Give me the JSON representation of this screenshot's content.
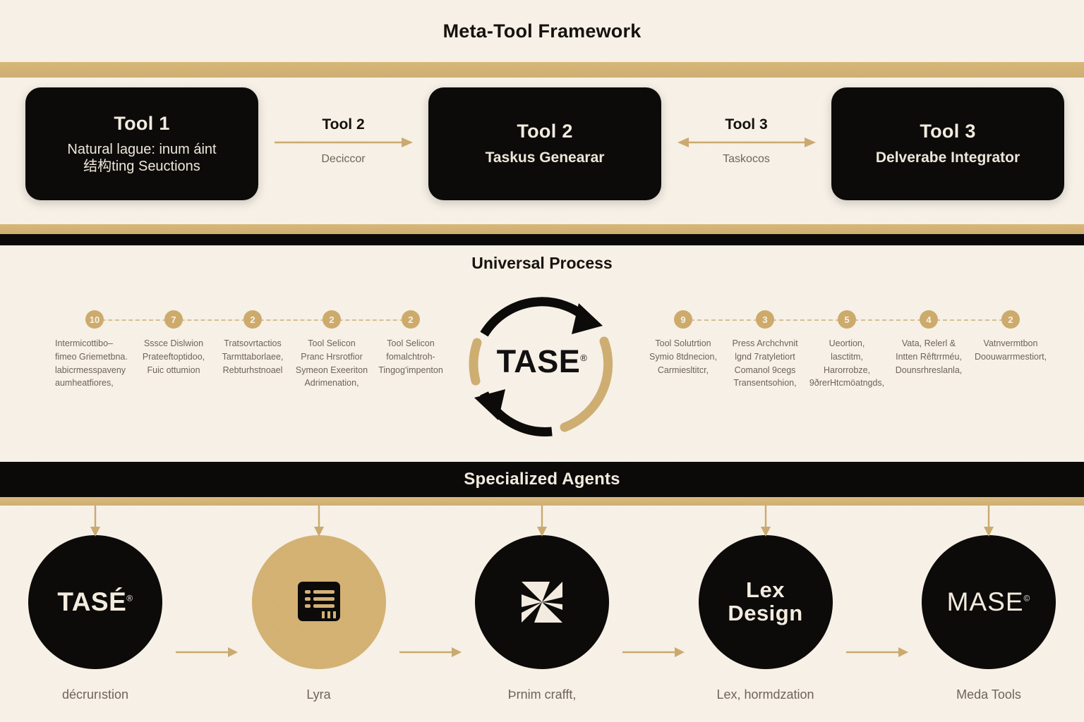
{
  "header": {
    "title": "Meta-Tool Framework"
  },
  "tools_section": {
    "boxes": [
      {
        "title": "Tool 1",
        "subtitle": "Natural lague: inum áint\n结构ting Seuctions"
      },
      {
        "title": "Tool 2",
        "subtitle": "Taskus Genearar"
      },
      {
        "title": "Tool 3",
        "subtitle": "Delverabe Integrator"
      }
    ],
    "connectors": [
      {
        "title": "Tool 2",
        "subtitle": "Deciccor",
        "arrow": "arrow-right-icon"
      },
      {
        "title": "Tool 3",
        "subtitle": "Taskocos",
        "arrow": "arrow-left-right-icon"
      }
    ]
  },
  "process_section": {
    "title": "Universal Process",
    "cycle": {
      "label": "TASE",
      "mark": "®",
      "icon": "circular-arrows-icon"
    },
    "steps_left": [
      {
        "num": "10",
        "text": "Intermicottibo–\nfimeo Griemetbna.\nlabicrmesspaveny\naumheatfiores,"
      },
      {
        "num": "7",
        "text": "Sssce Dislwion\nPrateeftoptidoo,\nFuic ottumion"
      },
      {
        "num": "2",
        "text": "Tratsovrtactios\nTarmttaborlaee,\nRebturhstnoael"
      },
      {
        "num": "2",
        "text": "Tool Selicon\nPranc Hrsrotfior\nSymeon Exeeriton\nAdrimenation,"
      },
      {
        "num": "2",
        "text": "Tool Selicon\nfomalchtroh-\nTingog'impenton"
      }
    ],
    "steps_right": [
      {
        "num": "9",
        "text": "Tool Solutrtion\nSymio 8tdnecion,\nCarmiesltitcr,"
      },
      {
        "num": "3",
        "text": "Press Archchvnit\nlgnd 7ratyletiort\nComanol 9cegs\nTransentsohion,"
      },
      {
        "num": "5",
        "text": "Ueortion,\nlasctitm, Harorrobze,\n9ðrerHtcmöatngds,"
      },
      {
        "num": "4",
        "text": "Vata, Relerl &\nIntten Rêftrrméu,\nDounsrhreslanla,"
      },
      {
        "num": "2",
        "text": "Vatnvermtbon\nDoouwarrmestiort,"
      }
    ]
  },
  "agents_section": {
    "title": "Specialized Agents",
    "agents": [
      {
        "word": "TASÉ",
        "mark": "®",
        "label": "décrurıstion",
        "style": "dark",
        "icon": null
      },
      {
        "word": "",
        "mark": "",
        "label": "Lyra",
        "style": "gold",
        "icon": "document-lines-icon"
      },
      {
        "word": "",
        "mark": "",
        "label": "Þrnim crafft,",
        "style": "dark",
        "icon": "starburst-square-icon"
      },
      {
        "word": "Lex\nDesign",
        "mark": "",
        "label": "Lex, hormdzation",
        "style": "dark",
        "icon": null
      },
      {
        "word": "MASE",
        "mark": "©",
        "label": "Meda Tools",
        "style": "dark",
        "icon": null
      }
    ],
    "flow_arrow": "arrow-right-icon",
    "drop_arrow": "arrow-down-icon"
  },
  "colors": {
    "background": "#f7f1e7",
    "gold": "#cfae72",
    "gold_light": "#d4b274",
    "ink": "#0c0b09",
    "muted_text": "#6d6458"
  }
}
